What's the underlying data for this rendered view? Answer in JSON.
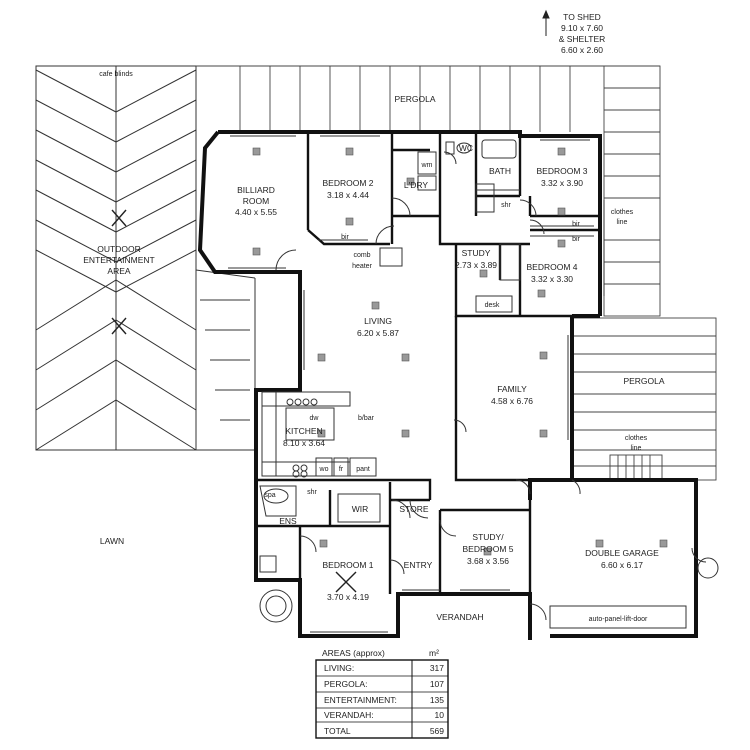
{
  "shed_note": [
    "TO SHED",
    "9.10 x 7.60",
    "& SHELTER",
    "6.60 x 2.60"
  ],
  "rooms": {
    "pergola_top": "PERGOLA",
    "cafe_blinds": "cafe blinds",
    "outdoor": [
      "OUTDOOR",
      "ENTERTAINMENT",
      "AREA"
    ],
    "billiard": [
      "BILLIARD",
      "ROOM",
      "4.40 x 5.55"
    ],
    "bedroom2": [
      "BEDROOM 2",
      "3.18 x 4.44"
    ],
    "ldry": "L'DRY",
    "wm": "wm",
    "wc": "WC",
    "bath": "BATH",
    "shr_bath": "shr",
    "bedroom3": [
      "BEDROOM 3",
      "3.32 x 3.90"
    ],
    "clothes_line_top": [
      "clothes",
      "line"
    ],
    "bir_b2": "bir",
    "bir_b3": "bir",
    "bir_b4": "bir",
    "comb_heater": [
      "comb",
      "heater"
    ],
    "study": [
      "STUDY",
      "2.73 x 3.89"
    ],
    "desk": "desk",
    "bedroom4": [
      "BEDROOM 4",
      "3.32 x 3.30"
    ],
    "living": [
      "LIVING",
      "6.20 x 5.87"
    ],
    "family": [
      "FAMILY",
      "4.58 x 6.76"
    ],
    "pergola_right": "PERGOLA",
    "clothes_line_right": [
      "clothes",
      "line"
    ],
    "dw": "dw",
    "bbar": "b/bar",
    "kitchen": [
      "KITCHEN",
      "8.10 x 3.64"
    ],
    "wo": "wo",
    "fr": "fr",
    "pant": "pant",
    "spa": "spa",
    "shr_ens": "shr",
    "ens": "ENS",
    "wir": "WIR",
    "store": "STORE",
    "study_bed5": [
      "STUDY/",
      "BEDROOM 5",
      "3.68 x 3.56"
    ],
    "double_garage": [
      "DOUBLE GARAGE",
      "6.60 x 6.17"
    ],
    "lawn": "LAWN",
    "bedroom1": [
      "BEDROOM 1",
      "3.70 x 4.19"
    ],
    "entry": "ENTRY",
    "verandah": "VERANDAH",
    "auto_door": "auto-panel-lift-door"
  },
  "areas_table": {
    "header": "AREAS (approx)",
    "unit": "m²",
    "rows": [
      {
        "label": "LIVING:",
        "value": "317"
      },
      {
        "label": "PERGOLA:",
        "value": "107"
      },
      {
        "label": "ENTERTAINMENT:",
        "value": "135"
      },
      {
        "label": "VERANDAH:",
        "value": "10"
      },
      {
        "label": "TOTAL",
        "value": "569"
      }
    ]
  }
}
